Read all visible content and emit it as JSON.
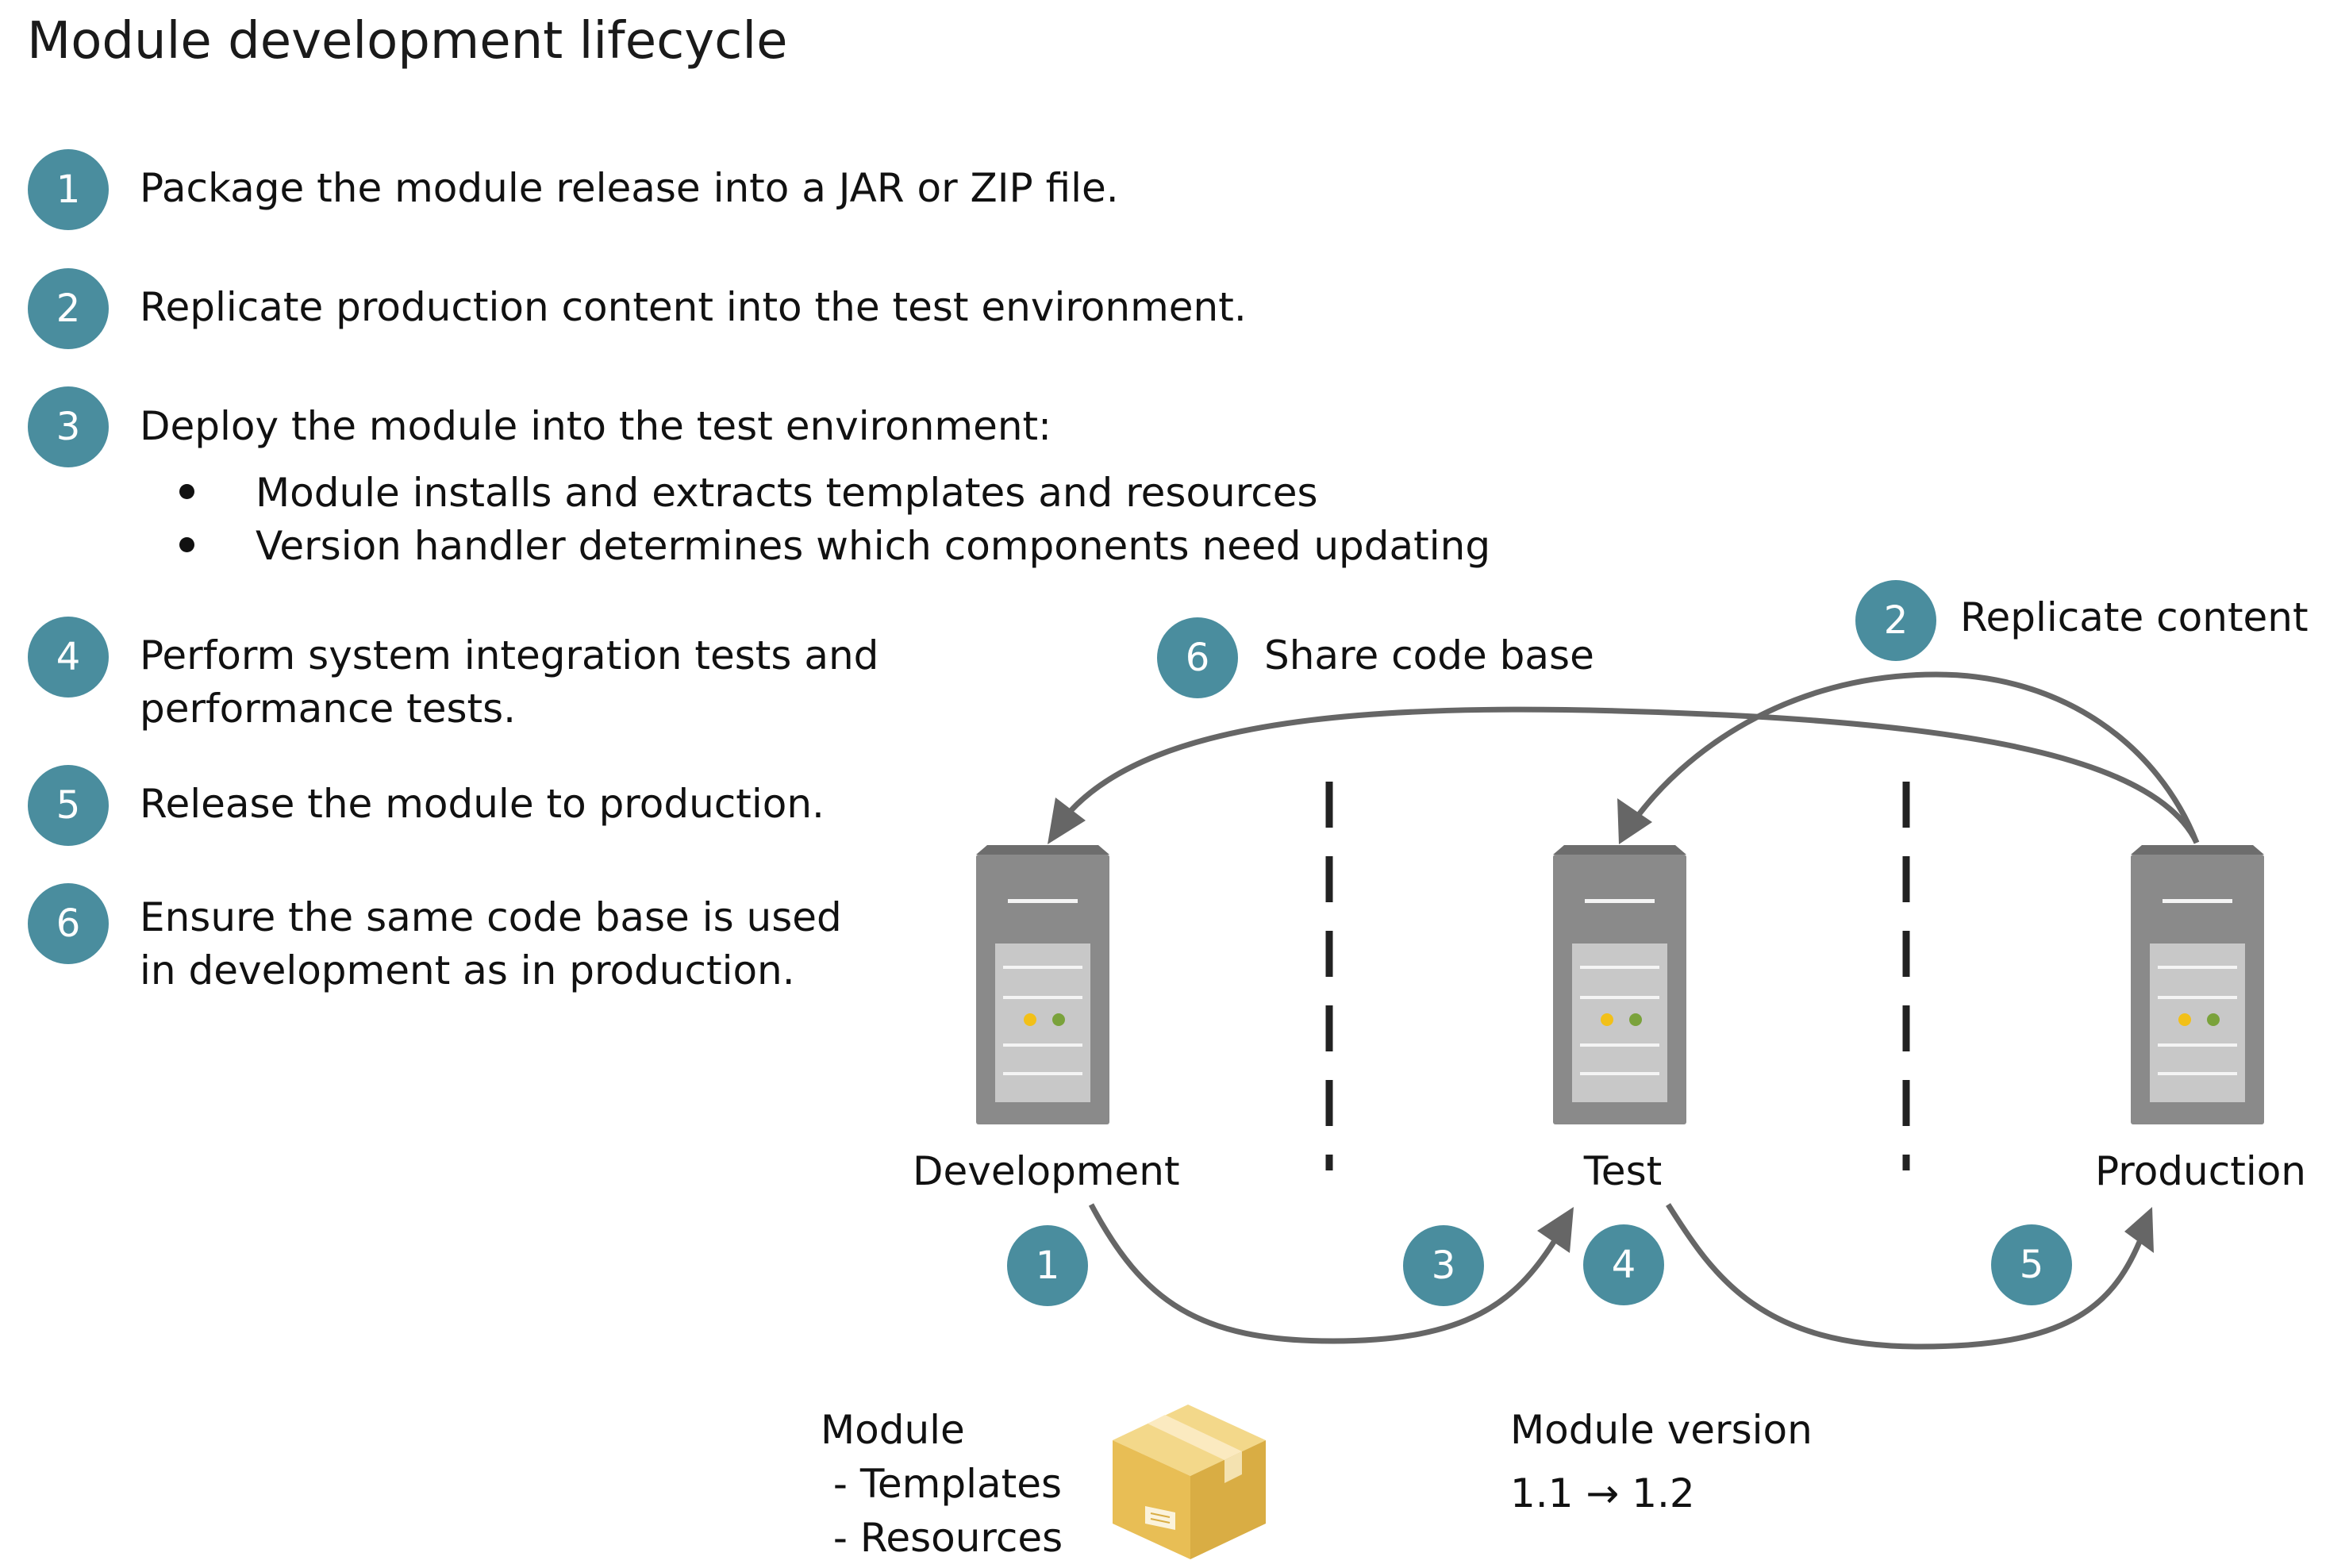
{
  "title": "Module development lifecycle",
  "colors": {
    "badge": "#4a8d9e",
    "arrow": "#666666",
    "server_body": "#8a8a8a",
    "server_panel": "#c8c8c8",
    "led_yellow": "#f2c018",
    "led_green": "#7aa23b",
    "box": "#e8be55"
  },
  "steps": [
    {
      "num": "1",
      "lines": [
        "Package the module release into a JAR or ZIP file."
      ]
    },
    {
      "num": "2",
      "lines": [
        "Replicate production content into the test environment."
      ]
    },
    {
      "num": "3",
      "lines": [
        "Deploy the module into the test environment:"
      ],
      "bullets": [
        "Module installs and extracts templates and resources",
        "Version handler determines which components need updating"
      ]
    },
    {
      "num": "4",
      "lines": [
        "Perform system integration tests and",
        "performance tests."
      ]
    },
    {
      "num": "5",
      "lines": [
        "Release the module to production."
      ]
    },
    {
      "num": "6",
      "lines": [
        "Ensure the same code base is used",
        "in development as in production."
      ]
    }
  ],
  "diagram": {
    "environments": [
      "Development",
      "Test",
      "Production"
    ],
    "callouts": {
      "share": {
        "num": "6",
        "label": "Share code base"
      },
      "replicate": {
        "num": "2",
        "label": "Replicate content"
      }
    },
    "flow_badges": [
      "1",
      "3",
      "4",
      "5"
    ],
    "module_box": {
      "lines": [
        "Module",
        " - Templates",
        " - Resources"
      ],
      "icon": "package-box-icon"
    },
    "version": {
      "label": "Module version",
      "value": "1.1 → 1.2"
    },
    "server_icon": "server-icon"
  }
}
